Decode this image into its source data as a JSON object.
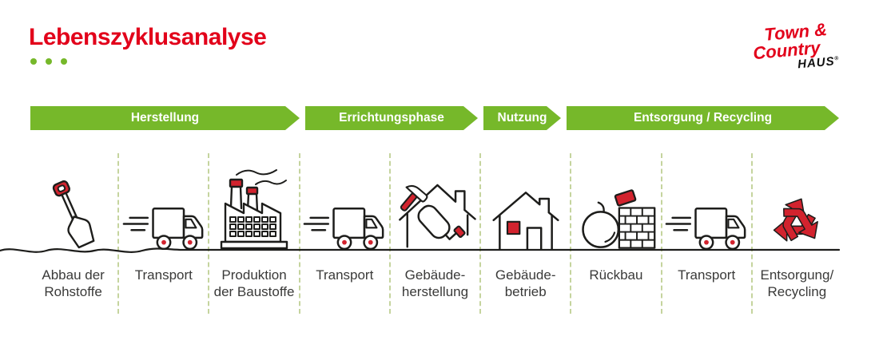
{
  "header": {
    "title": "Lebenszyklusanalyse",
    "logo": {
      "line1": "Town &",
      "line2": "Country",
      "line3": "HAUS",
      "registered": "®"
    }
  },
  "phases": [
    {
      "label": "Herstellung"
    },
    {
      "label": "Errichtungsphase"
    },
    {
      "label": "Nutzung"
    },
    {
      "label": "Entsorgung / Recycling"
    }
  ],
  "stages": [
    {
      "label": "Abbau der\nRohstoffe",
      "icon": "shovel-icon"
    },
    {
      "label": "Transport",
      "icon": "truck-icon"
    },
    {
      "label": "Produktion\nder Baustoffe",
      "icon": "factory-icon"
    },
    {
      "label": "Transport",
      "icon": "truck-icon"
    },
    {
      "label": "Gebäude-\nherstellung",
      "icon": "construction-icon"
    },
    {
      "label": "Gebäude-\nbetrieb",
      "icon": "house-icon"
    },
    {
      "label": "Rückbau",
      "icon": "demolition-icon"
    },
    {
      "label": "Transport",
      "icon": "truck-icon"
    },
    {
      "label": "Entsorgung/\nRecycling",
      "icon": "recycling-icon"
    }
  ],
  "colors": {
    "brand_green": "#76b82a",
    "brand_red": "#e2001a",
    "icon_red": "#d2232e",
    "dash_green": "#c5d49e",
    "outline": "#1d1d1b",
    "label_text": "#3a3a39"
  }
}
